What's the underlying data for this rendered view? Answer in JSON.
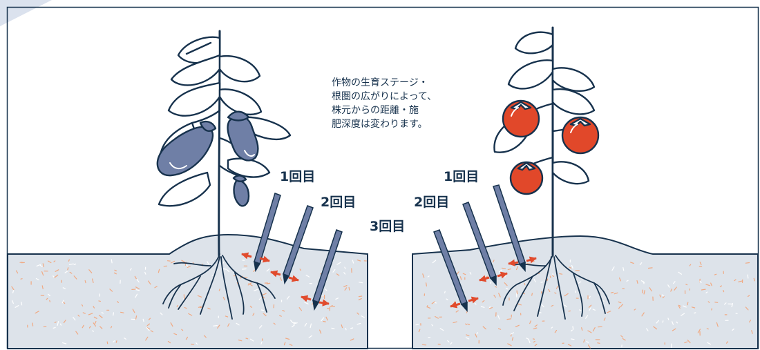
{
  "note": {
    "lines": [
      "作物の生育ステージ・",
      "根圏の広がりによって、",
      "株元からの距離・施",
      "肥深度は変わります。"
    ]
  },
  "left_plant": {
    "name": "eggplant",
    "labels": [
      "1回目",
      "2回目",
      "3回目"
    ]
  },
  "right_plant": {
    "name": "tomato",
    "labels": [
      "1回目",
      "2回目"
    ]
  },
  "colors": {
    "outline": "#17324d",
    "soil": "#dde3ea",
    "soil_speckle": "#f0a982",
    "eggplant": "#6f7fa6",
    "tomato": "#e1482a",
    "leaf": "#ffffff",
    "arrow": "#e14b2d",
    "corner_accent": "#dbe2ee"
  }
}
